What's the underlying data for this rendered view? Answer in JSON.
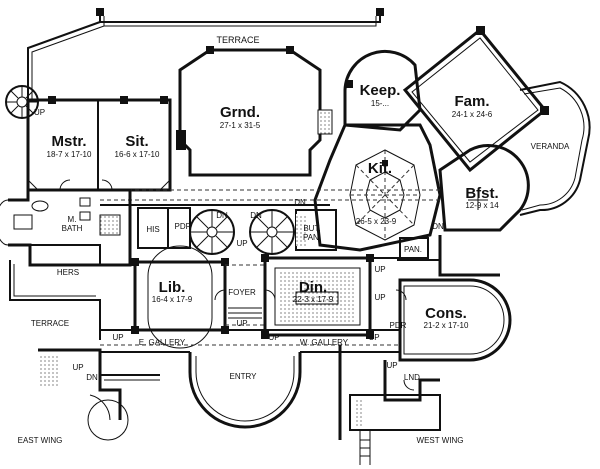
{
  "rooms": {
    "grnd": {
      "name": "Grnd.",
      "dims": "27-1 x 31-5"
    },
    "mstr": {
      "name": "Mstr.",
      "dims": "18-7 x 17-10"
    },
    "sit": {
      "name": "Sit.",
      "dims": "16-6 x 17-10"
    },
    "keep": {
      "name": "Keep.",
      "dims": "15-..."
    },
    "fam": {
      "name": "Fam.",
      "dims": "24-1 x 24-6"
    },
    "kit": {
      "name": "Kit.",
      "dims": "26-5 x 23-9"
    },
    "bfst": {
      "name": "Bfst.",
      "dims": "12-9 x 14"
    },
    "lib": {
      "name": "Lib.",
      "dims": "16-4 x 17-9"
    },
    "din": {
      "name": "Din.",
      "dims": "22-3 x 17-9"
    },
    "cons": {
      "name": "Cons.",
      "dims": "21-2 x 17-10"
    }
  },
  "labels": {
    "terrace_top": "TERRACE",
    "terrace_left": "TERRACE",
    "veranda": "VERANDA",
    "mbath_1": "M.",
    "mbath_2": "BATH",
    "his": "HIS",
    "hers": "HERS",
    "foyer": "FOYER",
    "entry": "ENTRY",
    "egallery": "E. GALLERY",
    "wgallery": "W. GALLERY",
    "but_pan_1": "BUT.",
    "but_pan_2": "PAN.",
    "pan": "PAN.",
    "lnd": "LND.",
    "pdr_1": "PDR",
    "pdr_2": "PDR",
    "east_wing": "EAST WING",
    "west_wing": "WEST WING",
    "up_1": "UP",
    "up_2": "UP",
    "up_3": "UP",
    "up_4": "UP",
    "up_5": "UP",
    "up_6": "UP",
    "up_7": "UP",
    "up_8": "UP",
    "up_9": "UP",
    "up_10": "UP",
    "dn_1": "DN",
    "dn_2": "DN",
    "dn_3": "DN",
    "dn_4": "DN",
    "dn_5": "DN"
  }
}
